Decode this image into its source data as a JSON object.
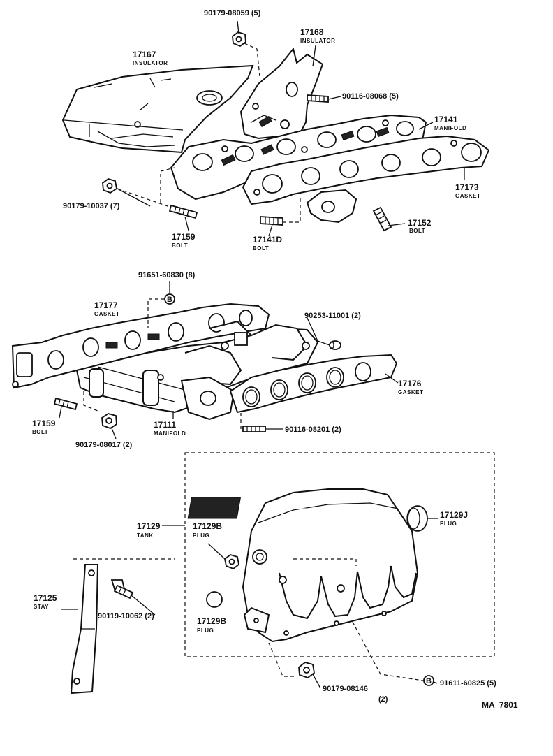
{
  "labels": {
    "p17167": {
      "num": "17167",
      "sub": "INSULATOR"
    },
    "p17168": {
      "num": "17168",
      "sub": "INSULATOR"
    },
    "p17141": {
      "num": "17141",
      "sub": "MANIFOLD"
    },
    "p17173": {
      "num": "17173",
      "sub": "GASKET"
    },
    "p17152": {
      "num": "17152",
      "sub": "BOLT"
    },
    "p17159a": {
      "num": "17159",
      "sub": "BOLT"
    },
    "p17141d": {
      "num": "17141D",
      "sub": "BOLT"
    },
    "p17177": {
      "num": "17177",
      "sub": "GASKET"
    },
    "p17176": {
      "num": "17176",
      "sub": "GASKET"
    },
    "p17159b": {
      "num": "17159",
      "sub": "BOLT"
    },
    "p17111": {
      "num": "17111",
      "sub": "MANIFOLD"
    },
    "p17129": {
      "num": "17129",
      "sub": "TANK"
    },
    "p17129b1": {
      "num": "17129B",
      "sub": "PLUG"
    },
    "p17129b2": {
      "num": "17129B",
      "sub": "PLUG"
    },
    "p17129j": {
      "num": "17129J",
      "sub": "PLUG"
    },
    "p17125": {
      "num": "17125",
      "sub": "STAY"
    }
  },
  "codes": {
    "c1": "90179-08059 (5)",
    "c2": "90116-08068 (5)",
    "c3": "90179-10037 (7)",
    "c4": "91651-60830 (8)",
    "c5": "90253-11001 (2)",
    "c6": "90116-08201 (2)",
    "c7": "90179-08017 (2)",
    "c8": "90119-10062 (2)",
    "c9": "90179-08146",
    "c9b": "(2)",
    "c10": "91611-60825 (5)"
  },
  "markers": {
    "b": "B"
  },
  "reference": "MA  7801"
}
